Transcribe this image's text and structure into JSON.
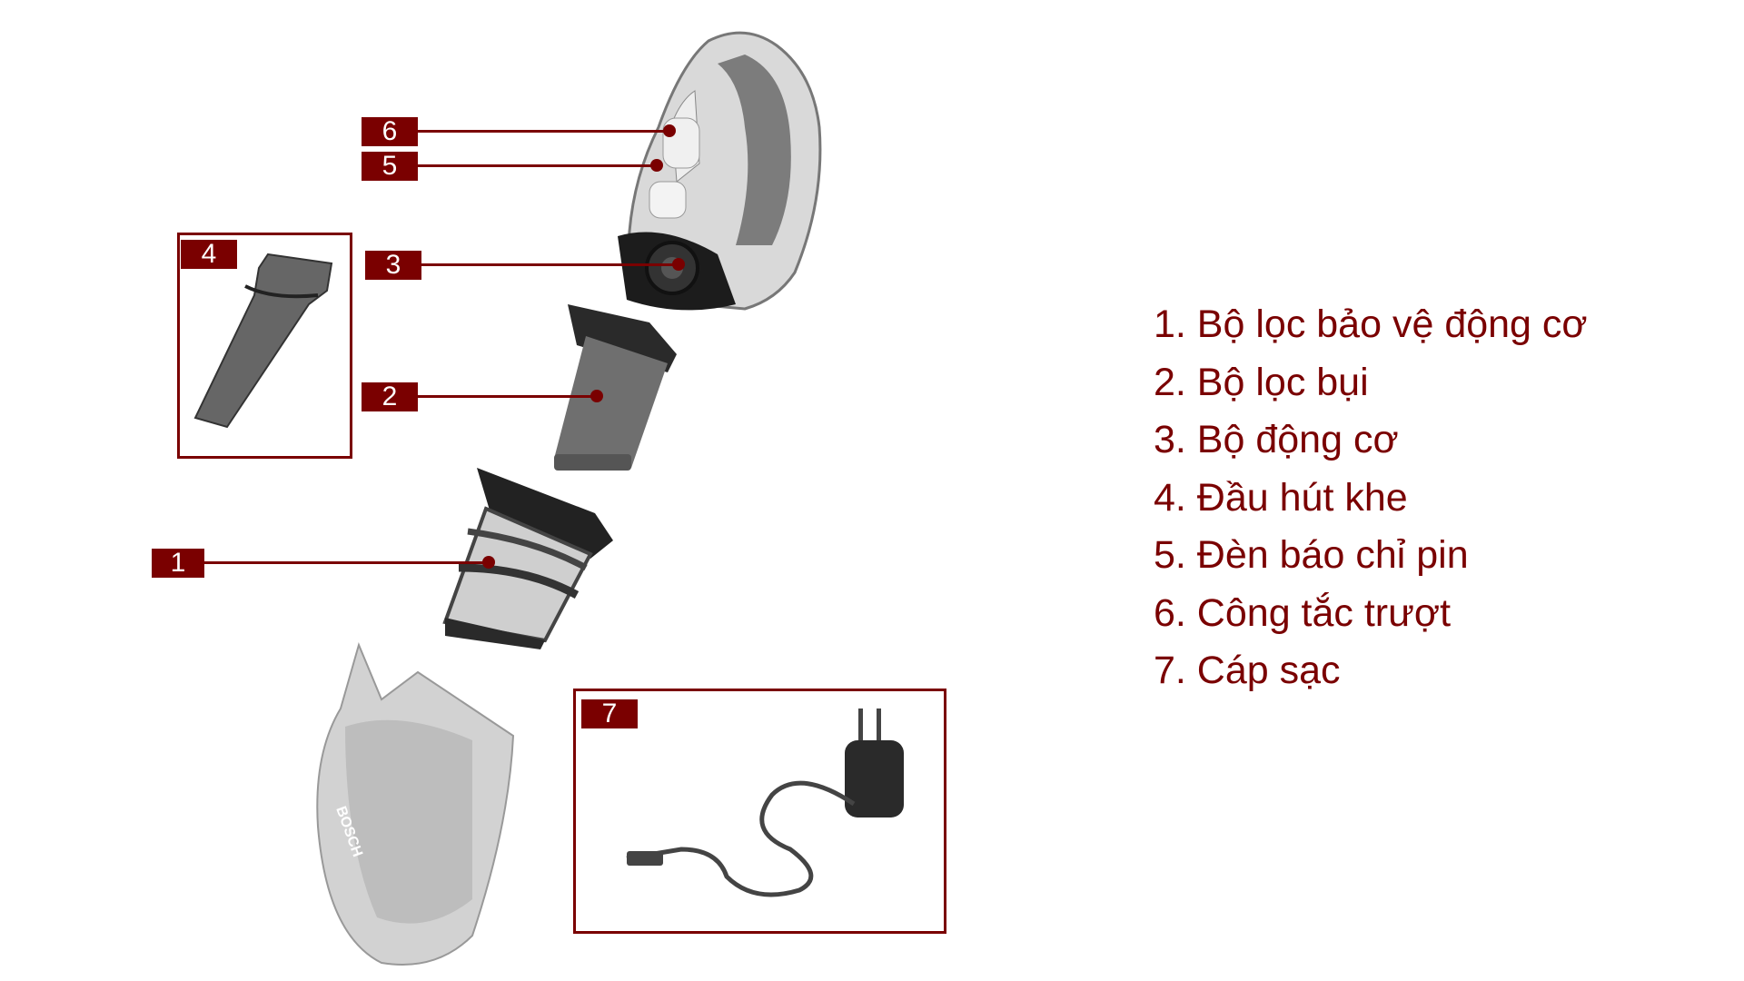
{
  "labels": [
    {
      "id": "1",
      "text": "1"
    },
    {
      "id": "2",
      "text": "2"
    },
    {
      "id": "3",
      "text": "3"
    },
    {
      "id": "4",
      "text": "4"
    },
    {
      "id": "5",
      "text": "5"
    },
    {
      "id": "6",
      "text": "6"
    },
    {
      "id": "7",
      "text": "7"
    }
  ],
  "legend": {
    "items": [
      {
        "text": "1. Bộ lọc bảo vệ động cơ"
      },
      {
        "text": "2. Bộ lọc bụi"
      },
      {
        "text": "3. Bộ động cơ"
      },
      {
        "text": "4. Đầu hút khe"
      },
      {
        "text": "5. Đèn báo chỉ pin"
      },
      {
        "text": "6. Công tắc trượt"
      },
      {
        "text": "7. Cáp sạc"
      }
    ]
  },
  "brand": {
    "text": "BOSCH"
  },
  "colors": {
    "accent": "#7a0000",
    "part_dark": "#555555",
    "part_light": "#c8c8c8"
  }
}
